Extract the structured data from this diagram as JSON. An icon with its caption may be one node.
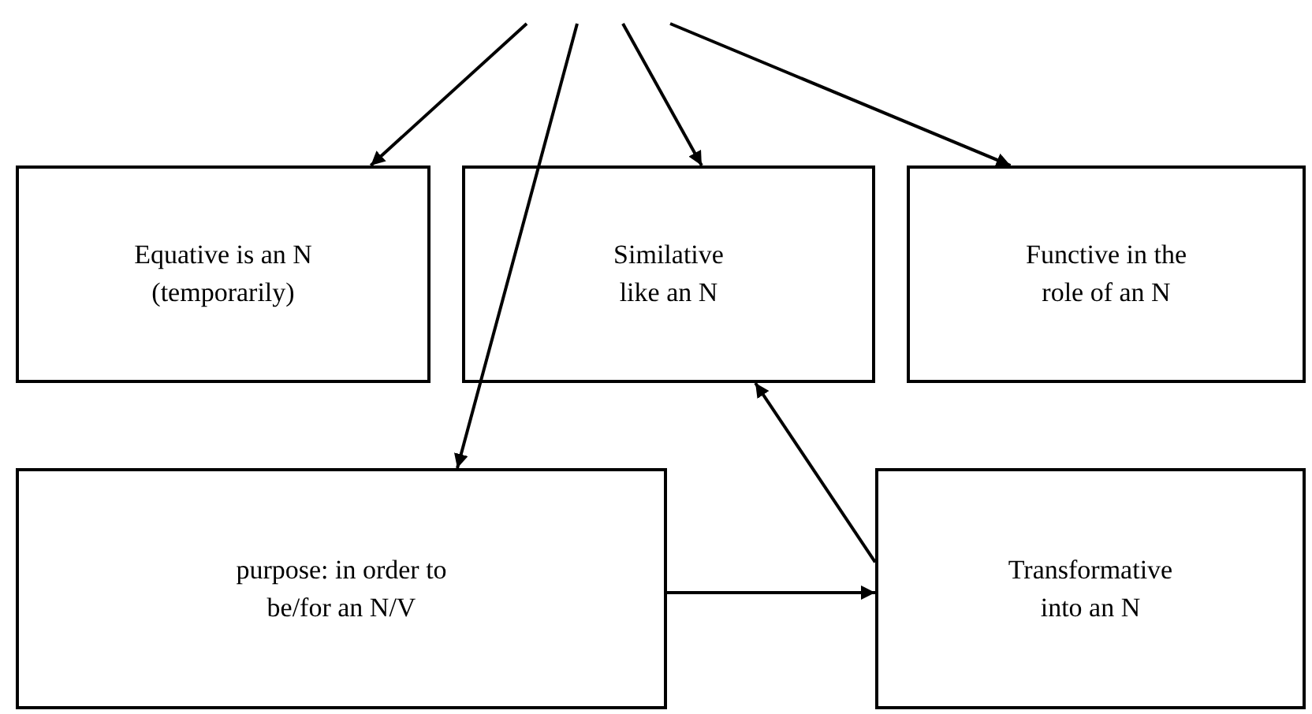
{
  "diagram": {
    "nodes": [
      {
        "text": [
          "Equative is an N (temporarily)"
        ]
      },
      {
        "text": [
          "Similative like an N"
        ]
      },
      {
        "text": [
          "Functive in the role of an N"
        ]
      },
      {
        "text": [
          "purpose: in order to be/for an N/V"
        ]
      },
      {
        "text": [
          "Transformative into an N"
        ]
      }
    ],
    "edges": [
      {
        "from": null,
        "to": 0,
        "arrow": "to"
      },
      {
        "from": null,
        "to": 3,
        "arrow": "to"
      },
      {
        "from": null,
        "to": 1,
        "arrow": "to"
      },
      {
        "from": null,
        "to": 2,
        "arrow": "to"
      },
      {
        "from": 3,
        "to": 4,
        "arrow": "to"
      },
      {
        "from": 4,
        "to": 1,
        "arrow": "to"
      }
    ]
  }
}
